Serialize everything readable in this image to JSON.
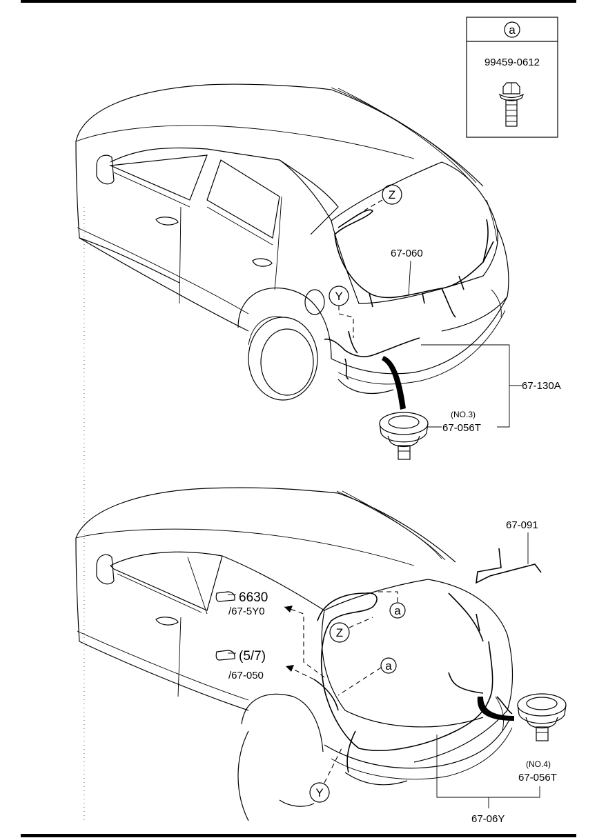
{
  "title": "",
  "legend_box": {
    "callout": "a",
    "part_number": "99459-0612",
    "icon": "bolt-icon"
  },
  "top_view": {
    "callouts": [
      "Z",
      "Y"
    ],
    "labels": {
      "harness_main": "67-060",
      "harness_assy": "67-130A",
      "grommet_note": "(NO.3)",
      "grommet": "67-056T"
    }
  },
  "bottom_view": {
    "callouts": [
      "Z",
      "Y",
      "a",
      "a"
    ],
    "labels": {
      "antenna_feeder": "67-091",
      "ref1_section": "6630",
      "ref1_sub": "/67-5Y0",
      "ref2_section": "(5/7)",
      "ref2_sub": "/67-050",
      "grommet_note": "(NO.4)",
      "grommet": "67-056T",
      "harness_assy": "67-06Y"
    }
  }
}
